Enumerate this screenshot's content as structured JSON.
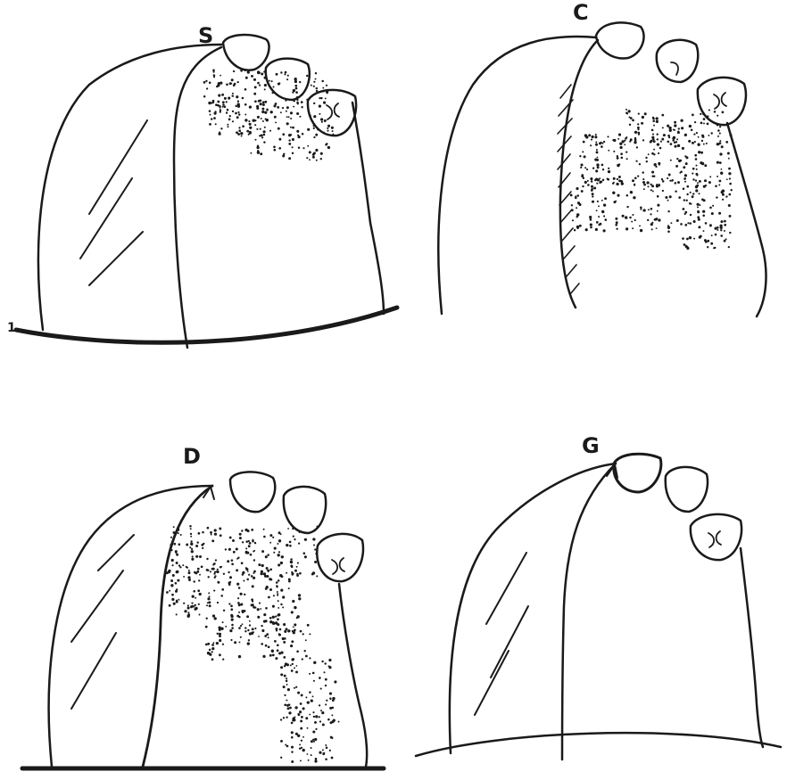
{
  "panels": [
    {
      "id": "s",
      "label": "S"
    },
    {
      "id": "c",
      "label": "C"
    },
    {
      "id": "d",
      "label": "D"
    },
    {
      "id": "g",
      "label": "G"
    }
  ],
  "stray_marks": {
    "tick_mark": "1"
  },
  "colors": {
    "ink": "#1a1a1a",
    "paper": "#ffffff"
  }
}
